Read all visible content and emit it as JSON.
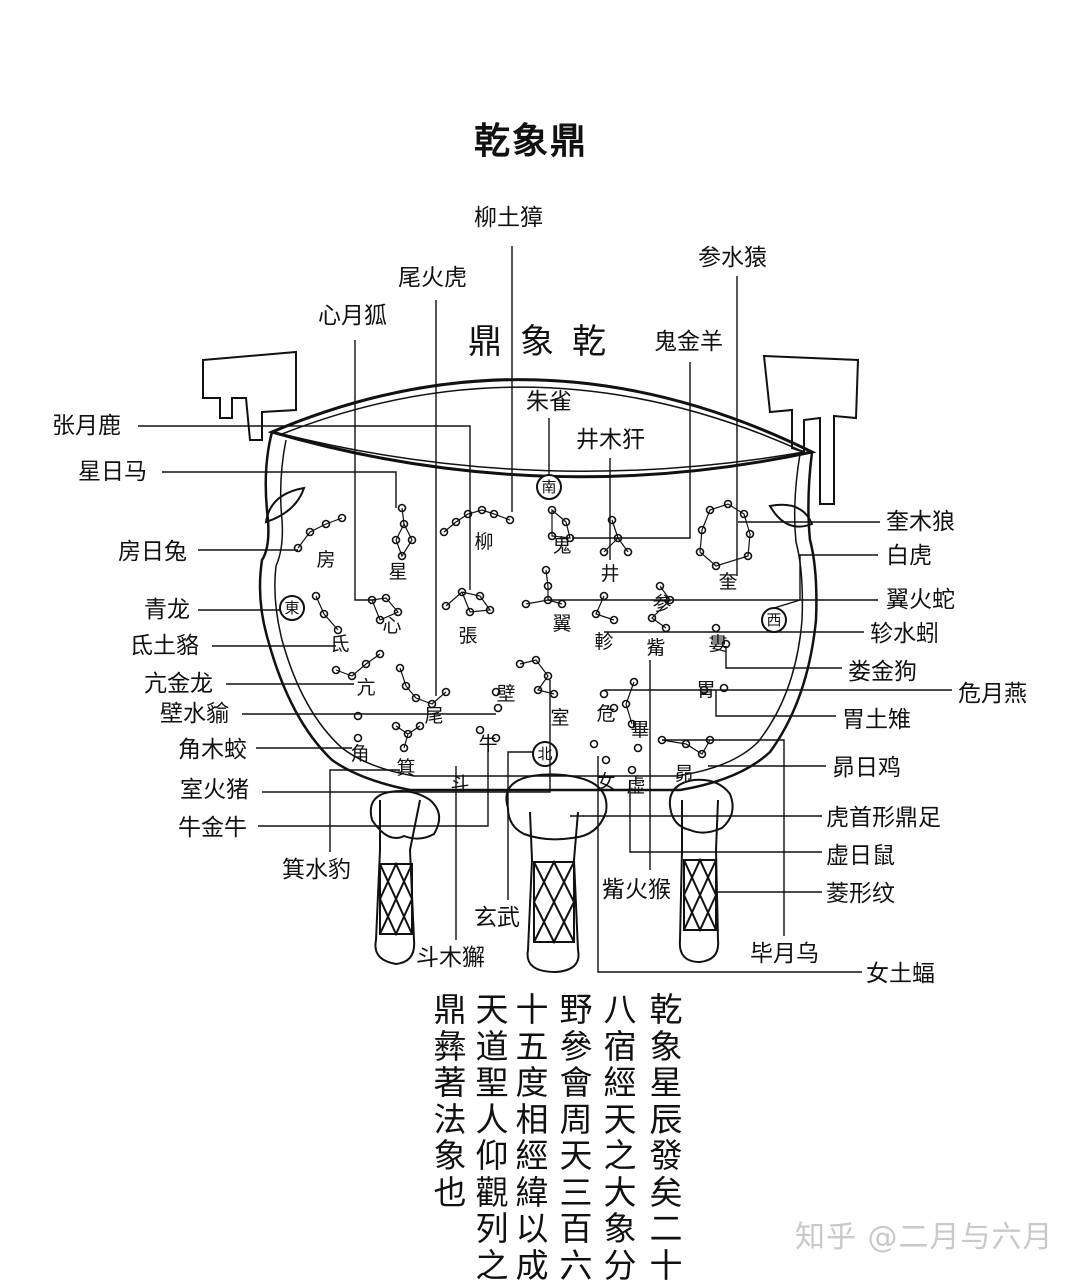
{
  "title": "乾象鼎",
  "seal_inscription": "鼎象乾",
  "labels": {
    "liu_tu_zhang": "柳土獐",
    "can_shui_yuan": "参水猿",
    "wei_huo_hu": "尾火虎",
    "xin_yue_hu": "心月狐",
    "gui_jin_yang": "鬼金羊",
    "zhu_que": "朱雀",
    "zhang_yue_lu": "张月鹿",
    "jing_mu_an": "井木犴",
    "xing_ri_ma": "星日马",
    "kui_mu_lang": "奎木狼",
    "fang_ri_tu": "房日兔",
    "bai_hu": "白虎",
    "qing_long": "青龙",
    "yi_huo_she": "翼火蛇",
    "di_tu_he": "氐土貉",
    "zhen_shui_yin": "轸水蚓",
    "kang_jin_long": "亢金龙",
    "lou_jin_gou": "娄金狗",
    "bi_shui_yu": "壁水貐",
    "wei_yue_yan": "危月燕",
    "jiao_mu_jiao": "角木蛟",
    "wei_tu_zhi": "胃土雉",
    "shi_huo_zhu": "室火猪",
    "mao_ri_ji": "昴日鸡",
    "niu_jin_niu": "牛金牛",
    "hu_shou_ding_zu": "虎首形鼎足",
    "ji_shui_bao": "箕水豹",
    "xu_ri_shu": "虚日鼠",
    "zi_huo_hou": "觜火猴",
    "ling_xing_wen": "菱形纹",
    "xuan_wu": "玄武",
    "bi_yue_wu": "毕月乌",
    "dou_mu_xie": "斗木獬",
    "nv_tu_fu": "女土蝠"
  },
  "glyphs_on_vessel": {
    "nan": "南",
    "dong": "東",
    "xi": "西",
    "bei": "北",
    "fang": "房",
    "xing": "星",
    "liu": "柳",
    "gui": "鬼",
    "jing": "井",
    "kui": "奎",
    "di": "氐",
    "xin": "心",
    "zhang": "張",
    "yi": "翼",
    "zhen": "軫",
    "can": "参",
    "zi": "觜",
    "lou": "婁",
    "kang": "亢",
    "wei_tail": "尾",
    "bi_wall": "壁",
    "shi": "室",
    "wei_danger": "危",
    "wei_stomach": "胃",
    "jiao": "角",
    "ji": "箕",
    "niu": "牛",
    "dou": "斗",
    "bi_net": "畢",
    "mao": "昴",
    "xu": "虚",
    "nv": "女"
  },
  "inscription_columns": [
    "乾象星辰發矣二十",
    "八宿經天之大象分",
    "野參會周天三百六",
    "十五度相經緯以成",
    "天道聖人仰觀列之",
    "鼎彝著法象也"
  ],
  "watermark": "知乎 @二月与六月",
  "colors": {
    "ink": "#111111",
    "background": "#ffffff",
    "watermark": "#c9c9c9"
  }
}
